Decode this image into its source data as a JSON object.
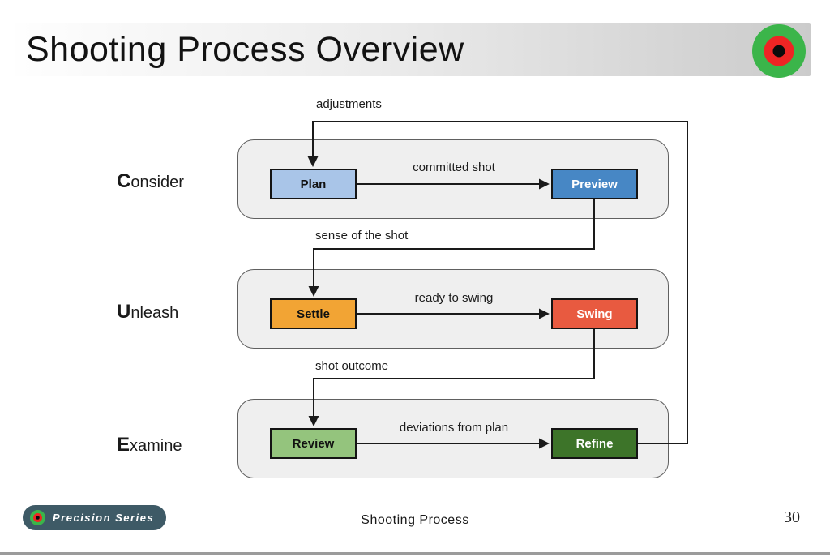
{
  "header": {
    "title": "Shooting Process Overview"
  },
  "phases": [
    {
      "initial": "C",
      "rest": "onsider",
      "from": {
        "label": "Plan"
      },
      "to": {
        "label": "Preview"
      },
      "arrow_label": "committed shot"
    },
    {
      "initial": "U",
      "rest": "nleash",
      "from": {
        "label": "Settle"
      },
      "to": {
        "label": "Swing"
      },
      "arrow_label": "ready to swing"
    },
    {
      "initial": "E",
      "rest": "xamine",
      "from": {
        "label": "Review"
      },
      "to": {
        "label": "Refine"
      },
      "arrow_label": "deviations from plan"
    }
  ],
  "connectors": {
    "adjustments": "adjustments",
    "sense_of_the_shot": "sense of the shot",
    "shot_outcome": "shot outcome"
  },
  "footer": {
    "badge": "Precision Series",
    "title": "Shooting Process",
    "page_number": "30"
  },
  "colors": {
    "plan": "#a9c5e8",
    "preview": "#4787c5",
    "settle": "#f2a434",
    "swing": "#e85a40",
    "review": "#94c47d",
    "refine": "#3d7429",
    "logo_green": "#3bb54a",
    "logo_red": "#ee2524",
    "logo_center": "#0b0b0b",
    "badge_bg": "#3e5a66",
    "line": "#1a1a1a"
  }
}
